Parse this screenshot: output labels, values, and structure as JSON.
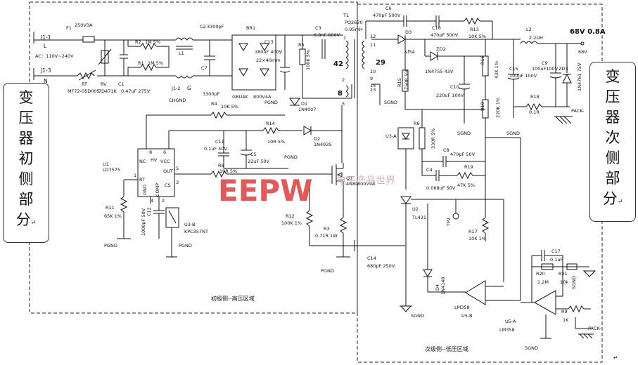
{
  "side_labels": {
    "primary": [
      "变",
      "压",
      "器",
      "初",
      "侧",
      "部",
      "分"
    ],
    "secondary": [
      "变",
      "压",
      "器",
      "次",
      "侧",
      "部",
      "分"
    ],
    "mark": "↵"
  },
  "regions": {
    "primary": "初级侧--高压区域",
    "secondary": "次级侧--低压区域"
  },
  "watermark": {
    "main": "EEPW",
    "cn": "电子产品世界"
  },
  "components": {
    "j11": "J1-1",
    "j13": "J1-3",
    "L": "L",
    "N": "N",
    "ac": "AC：110V~240V",
    "f1": "F1",
    "f1v": "250V3A",
    "rt": "RT",
    "rtv": "MF72-05D005",
    "rv": "RV",
    "rvv": "7D471K",
    "c1": "C1",
    "c1v": "0.47uF 275V",
    "r2": "R2",
    "r2v": "1M 5%",
    "r1": "R1",
    "r1v": "1M 5%",
    "l1": "L1",
    "g": "G",
    "j12": "J1-2",
    "chgnd": "CHGND",
    "c2": "C2",
    "c2v": "3300pF",
    "c7": "C7",
    "c7v": "3300pF",
    "br1": "BR1",
    "gbu": "GBU4K",
    "br1v": "800V4A",
    "c13": "C13",
    "c13v": "180uF 400V",
    "c13s": "22×40mm",
    "r5": "R5",
    "r5v": "100K 5%",
    "c3": "C3",
    "c3v": "6.8nF 800V",
    "d1": "D1",
    "d1v": "1N4007",
    "pgnd": "PGND",
    "r4": "R4",
    "r4v": "10K 5%",
    "c11": "C11",
    "c11v": "0.1uF 50V",
    "r14": "R14",
    "r14v": "10R 5%",
    "d2": "D2",
    "d2v": "1N4935",
    "c5": "C5",
    "c5v": "22uF 50V",
    "r8": "R8",
    "r8v": "10R 5%",
    "u1": "U1",
    "u1v": "LD7575",
    "nc": "NC",
    "hv": "HV",
    "vcc": "VCC",
    "out": "OUT",
    "rtp": "RT",
    "gnd": "GND",
    "comp": "COMP",
    "cs": "CS",
    "p8": "8",
    "p6": "6",
    "p5": "5",
    "p3": "3",
    "p2": "2",
    "p1": "1",
    "p4": "4",
    "r11": "R11",
    "r11v": "65K 1%",
    "c12": "C12",
    "c12v": "1000pF 50V",
    "u3b": "U3-B",
    "u3bv": "KPC357NT",
    "q1": "Q1",
    "q1v": "4N80",
    "q1r": "800V4A",
    "r12": "R12",
    "r12v": "100K 1%",
    "r3": "R3",
    "r3v": "0.71R 1W",
    "c14": "C14",
    "c14v": "680pF 250V",
    "t1": "T1",
    "t1v": "PQ2620",
    "t1h": "0.95mH",
    "n42": "42",
    "n29": "29",
    "n8": "8",
    "c6": "C6",
    "c6v": "470pF 500V",
    "d3": "D3",
    "d3v": "sf54",
    "c16": "C16",
    "c16v": "470pF 500V",
    "r13": "R13",
    "r13v": "10K 5%",
    "zd2": "ZD2",
    "zd2v": "1N4755 43V",
    "r16": "R16",
    "r16v": "43K 1%",
    "l2": "L2",
    "l2v": "2.2UH",
    "vout": "68V 0.8A",
    "vout2": "68V",
    "c15": "C15",
    "c15v": "100uF 100V",
    "c9": "C9",
    "c9v": "100uF100V",
    "zd3": "ZD3",
    "zd3v": "1N4761 75V",
    "r18": "R18",
    "r18v": "0.1R",
    "pack": "PACK-",
    "c10": "C10",
    "c10v": "220uF 100V",
    "r10": "R10",
    "r10v": "220K 1%",
    "r15": "R15",
    "r15v": "750R 5%",
    "sgnd": "SGND",
    "u3a": "U3-A",
    "r6": "R6",
    "r6v": "330R 5%",
    "c8": "C8",
    "c8v": "470pF 50V",
    "c4": "C4",
    "c4v": "0.068uF 50V",
    "r19": "R19",
    "r19v": "47K 5%",
    "u2": "U2",
    "u2v": "TL431",
    "tp2": "TP2",
    "r17": "R17",
    "r17v": "10K 1%",
    "d4": "D4",
    "d4v": "1N4148",
    "lm358": "LM358",
    "u5b": "U5-B",
    "u5a": "U5-A",
    "c17": "C17",
    "c17v": "0.1uF",
    "r20": "R20",
    "r20v": "1.2M",
    "r21": "R21",
    "r21v": "10k",
    "r9": "R9",
    "r9v": "1K",
    "trans_pins": [
      "1",
      "2",
      "5",
      "12",
      "11",
      "10",
      "9",
      "14",
      "13"
    ]
  }
}
